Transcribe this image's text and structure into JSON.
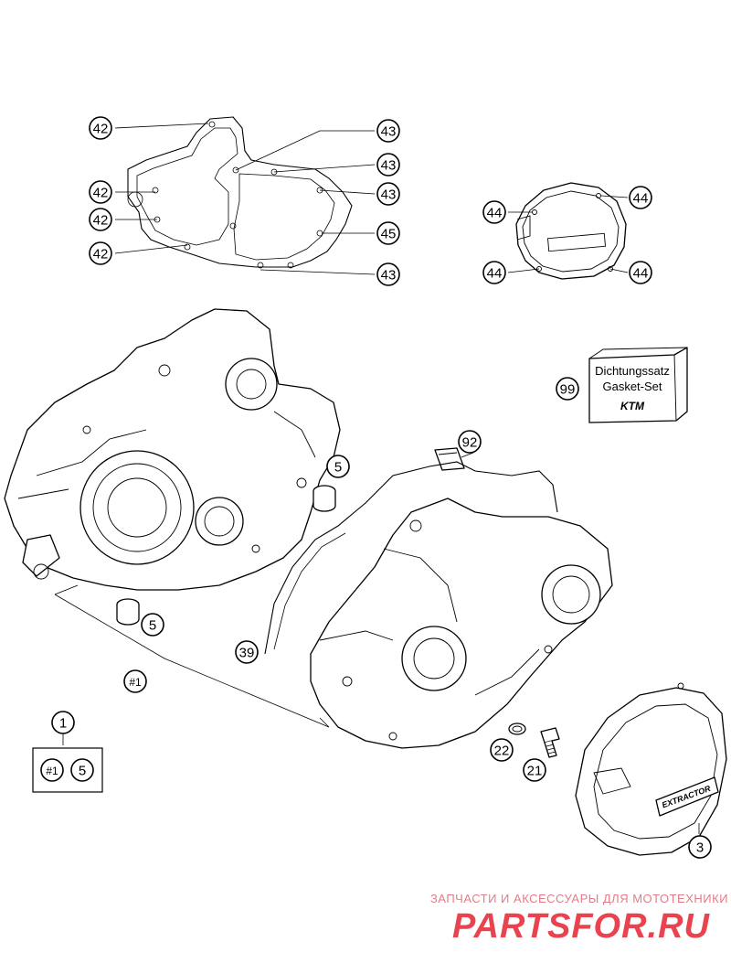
{
  "callouts": {
    "c42a": "42",
    "c42b": "42",
    "c42c": "42",
    "c42d": "42",
    "c43a": "43",
    "c43b": "43",
    "c43c": "43",
    "c43d": "43",
    "c45": "45",
    "c44a": "44",
    "c44b": "44",
    "c44c": "44",
    "c44d": "44",
    "c99": "99",
    "c92": "92",
    "c5a": "5",
    "c5b": "5",
    "c39": "39",
    "c1set": "#1",
    "c1": "1",
    "c1box_a": "#1",
    "c1box_b": "5",
    "c22": "22",
    "c21": "21",
    "c3": "3"
  },
  "gasket_box": {
    "line1": "Dichtungssatz",
    "line2": "Gasket-Set",
    "logo": "KTM"
  },
  "cover_logo": "EXTRACTOR",
  "watermark": {
    "subtitle": "ЗАПЧАСТИ И АКСЕССУАРЫ ДЛЯ МОТОТЕХНИКИ",
    "brand": "PARTSFOR.RU",
    "color": "#e8434f"
  }
}
